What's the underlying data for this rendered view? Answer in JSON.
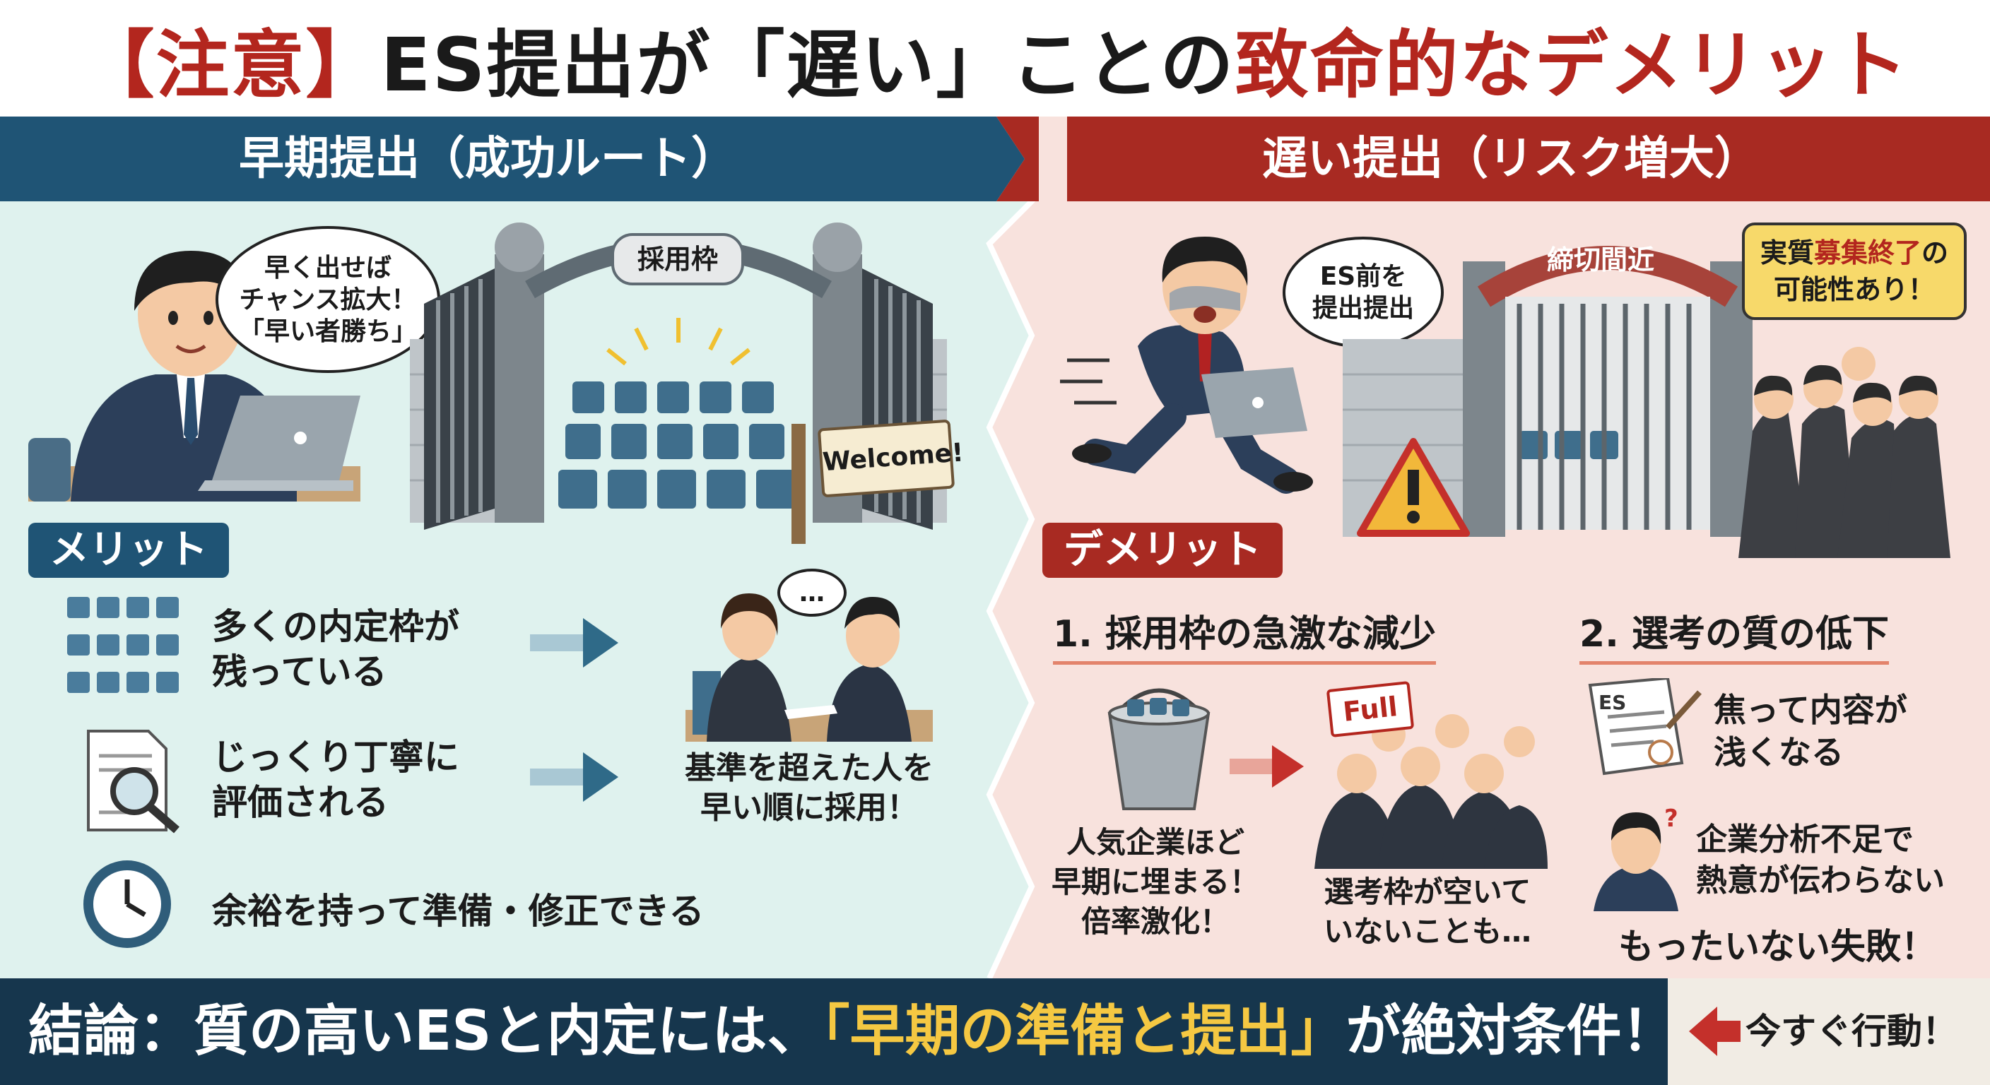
{
  "title": {
    "prefix": "【注意】",
    "main": "ES提出が「遅い」ことの",
    "emphasis": "致命的なデメリット"
  },
  "left_panel": {
    "header": "早期提出（成功ルート）",
    "bubble": "早く出せば\nチャンス拡大！\n「早い者勝ち」",
    "gate_sign": "採用枠",
    "welcome_sign": "Welcome!",
    "merit_label": "メリット",
    "merits": [
      {
        "text": "多くの内定枠が\n残っている",
        "icon": "chairs-icon"
      },
      {
        "text": "じっくり丁寧に\n評価される",
        "icon": "magnifier-document-icon"
      },
      {
        "text": "余裕を持って準備・修正できる",
        "icon": "clock-icon"
      }
    ],
    "interview_bubble": "…",
    "result": "基準を超えた人を\n早い順に採用！"
  },
  "right_panel": {
    "header": "遅い提出（リスク増大）",
    "bubble": "ES前を\n提出提出",
    "gate_sign": "締切間近",
    "warning_note_before": "実質",
    "warning_note_hl": "募集終了",
    "warning_note_after": "の\n可能性あり！",
    "demerit_label": "デメリット",
    "demerit1_title": "1. 採用枠の急激な減少",
    "full_sign": "Full",
    "demerit1_caption": "人気企業ほど\n早期に埋まる！\n倍率激化！",
    "demerit1_caption2": "選考枠が空いて\nいないことも…",
    "demerit2_title": "2. 選考の質の低下",
    "es_label": "ES",
    "demerit2_item1": "焦って内容が\n浅くなる",
    "demerit2_item2": "企業分析不足で\n熱意が伝わらない",
    "demerit2_footer": "もったいない失敗！"
  },
  "bottom": {
    "conclusion_before": "結論：質の高いESと内定には、",
    "conclusion_hl": "「早期の準備と提出」",
    "conclusion_after": "が絶対条件！",
    "action": "今すぐ行動！"
  },
  "colors": {
    "navy": "#1f5475",
    "red": "#a82a22",
    "left_bg": "#dff2ee",
    "right_bg": "#f8e2dd",
    "highlight": "#f5c842"
  }
}
